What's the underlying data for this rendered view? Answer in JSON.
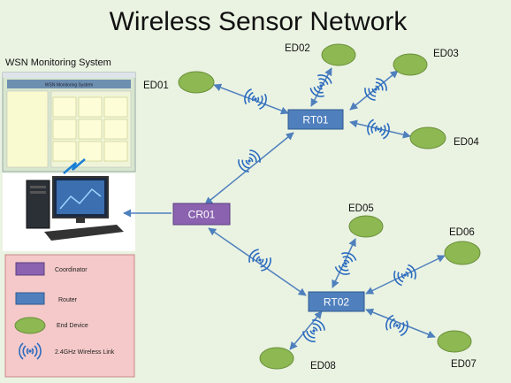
{
  "title": "Wireless Sensor Network",
  "monitoring": {
    "label": "WSN Monitoring System",
    "app_title": "WSN Monitoring System"
  },
  "nodes": {
    "coordinator": {
      "label": "CR01",
      "color": "#8a62b0"
    },
    "routers": [
      {
        "label": "RT01",
        "color": "#4f80bd"
      },
      {
        "label": "RT02",
        "color": "#4f80bd"
      }
    ],
    "end_devices": [
      {
        "label": "ED01"
      },
      {
        "label": "ED02"
      },
      {
        "label": "ED03"
      },
      {
        "label": "ED04"
      },
      {
        "label": "ED05"
      },
      {
        "label": "ED06"
      },
      {
        "label": "ED07"
      },
      {
        "label": "ED08"
      }
    ],
    "end_device_color": "#8db852"
  },
  "legend": {
    "items": [
      {
        "label": "Coordinator",
        "shape": "purple-rectangle"
      },
      {
        "label": "Router",
        "shape": "blue-rectangle"
      },
      {
        "label": "End Device",
        "shape": "green-ellipse"
      },
      {
        "label": "2.4GHz Wireless Link",
        "shape": "wireless-icon"
      }
    ],
    "background": "#f5c9c9"
  }
}
